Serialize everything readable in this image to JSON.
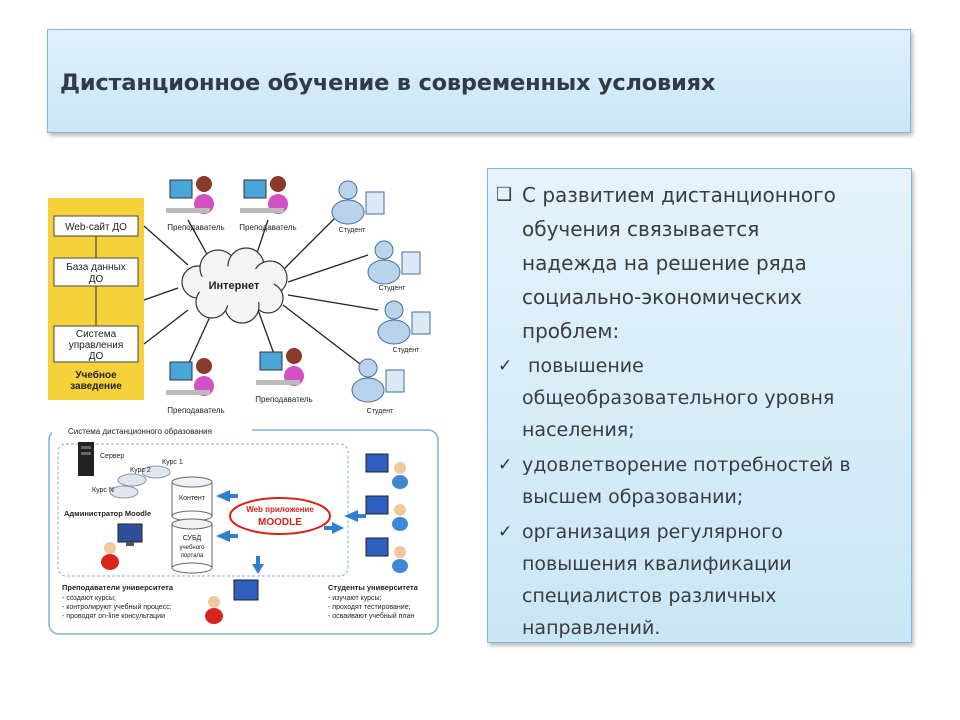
{
  "title": "Дистанционное обучение в современных условиях",
  "main_bullet": {
    "marker": "❑",
    "lines": [
      "С развитием дистанционного",
      "обучения связывается",
      "надежда на решение ряда",
      "социально-экономических",
      "проблем:"
    ]
  },
  "sub_bullets": [
    {
      "marker": "✓",
      "lines": [
        " повышение",
        "общеобразовательного уровня",
        "населения;"
      ]
    },
    {
      "marker": "✓",
      "lines": [
        "удовлетворение потребностей в",
        "высшем образовании;"
      ]
    },
    {
      "marker": "✓",
      "lines": [
        "организация регулярного",
        "повышения квалификации",
        "специалистов различных",
        "направлений."
      ]
    }
  ],
  "diagram1": {
    "website": "Web-сайт ДО",
    "database": [
      "База данных",
      "ДО"
    ],
    "management": [
      "Система",
      "управления",
      "ДО"
    ],
    "institution": [
      "Учебное",
      "заведение"
    ],
    "internet": "Интернет",
    "teacher": "Преподаватель",
    "student": "Студент"
  },
  "diagram2": {
    "title": "Система дистанционного образования",
    "server": "Сервер",
    "course1": "Курс 1",
    "course2": "Курс 2",
    "courseN": "Курс N",
    "admin": "Администратор Moodle",
    "content": "Контент",
    "dbms": [
      "СУБД",
      "учебного",
      "портала"
    ],
    "webapp": "Web приложение",
    "moodle": "MOODLE",
    "teachers_title": "Преподаватели университета",
    "teachers_items": [
      "- создают курсы;",
      "- контролируют учебный процесс;",
      "- проводят on-line консультации"
    ],
    "students_title": "Студенты университета",
    "students_items": [
      "- изучают курсы;",
      "- проходят тестирование;",
      "- осваивают учебный план"
    ]
  },
  "colors": {
    "accent_box": "#c9e6f6",
    "yellow_panel": "#f6d23a",
    "moodle_red": "#d8241c"
  }
}
